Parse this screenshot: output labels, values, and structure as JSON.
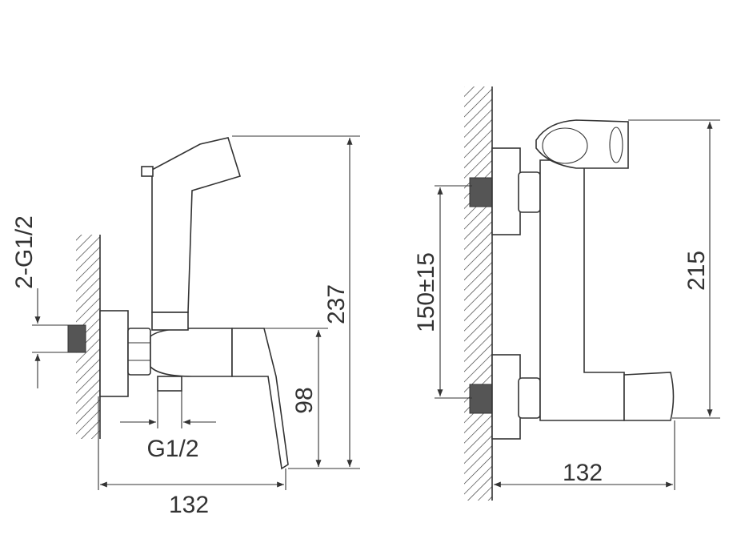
{
  "side_view": {
    "inlet_thread_label": "2-G1/2",
    "outlet_thread_label": "G1/2",
    "width_label": "132",
    "lever_height_label": "98",
    "total_height_label": "237"
  },
  "front_view": {
    "center_distance_label": "150±15",
    "height_label": "215",
    "width_label": "132"
  }
}
